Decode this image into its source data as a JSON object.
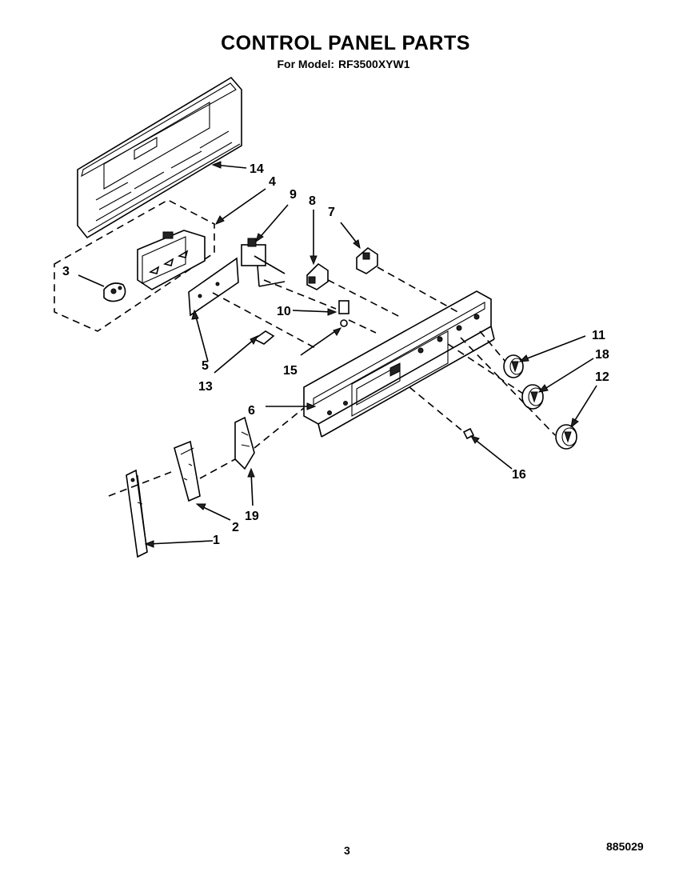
{
  "header": {
    "title": "CONTROL PANEL PARTS",
    "model_label": "For Model:",
    "model_number": "RF3500XYW1"
  },
  "callouts": {
    "c1": "1",
    "c2": "2",
    "c3": "3",
    "c4": "4",
    "c5": "5",
    "c6": "6",
    "c7": "7",
    "c8": "8",
    "c9": "9",
    "c10": "10",
    "c11": "11",
    "c12": "12",
    "c13": "13",
    "c14": "14",
    "c15": "15",
    "c16": "16",
    "c18": "18",
    "c19": "19"
  },
  "footer": {
    "page_number": "3",
    "document_code": "885029"
  }
}
